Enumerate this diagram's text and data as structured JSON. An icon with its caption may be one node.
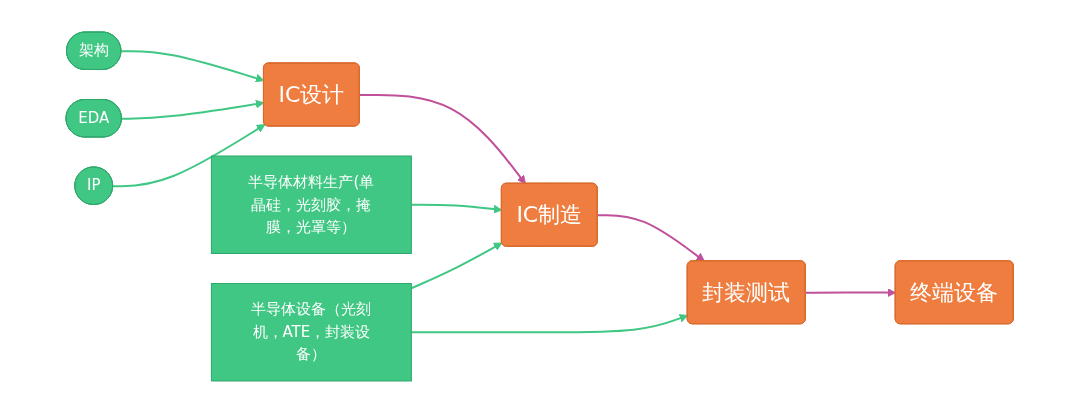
{
  "diagram": {
    "nodes": [
      {
        "text": [
          "架构"
        ]
      },
      {
        "text": [
          "EDA"
        ]
      },
      {
        "text": [
          "IP"
        ]
      },
      {
        "text": [
          "IC设计"
        ]
      },
      {
        "text": [
          "半导体材料生产(单晶硅，光刻胶，掩膜，光罩等）"
        ]
      },
      {
        "text": [
          "IC制造"
        ]
      },
      {
        "text": [
          "封装测试"
        ]
      },
      {
        "text": [
          "终端设备"
        ]
      },
      {
        "text": [
          "半导体设备（光刻机，ATE，封装设备）"
        ]
      }
    ],
    "edges": [
      {
        "from": 0,
        "to": 3,
        "arrow": "to"
      },
      {
        "from": 1,
        "to": 3,
        "arrow": "to"
      },
      {
        "from": 2,
        "to": 3,
        "arrow": "to"
      },
      {
        "from": 3,
        "to": 5,
        "arrow": "to",
        "color": "#c0509a"
      },
      {
        "from": 4,
        "to": 5,
        "arrow": "to"
      },
      {
        "from": 5,
        "to": 6,
        "arrow": "to",
        "color": "#c0509a"
      },
      {
        "from": 6,
        "to": 7,
        "arrow": "to",
        "color": "#c0509a"
      },
      {
        "from": 8,
        "to": 5,
        "arrow": "to"
      },
      {
        "from": 8,
        "to": 6,
        "arrow": "to"
      }
    ]
  }
}
